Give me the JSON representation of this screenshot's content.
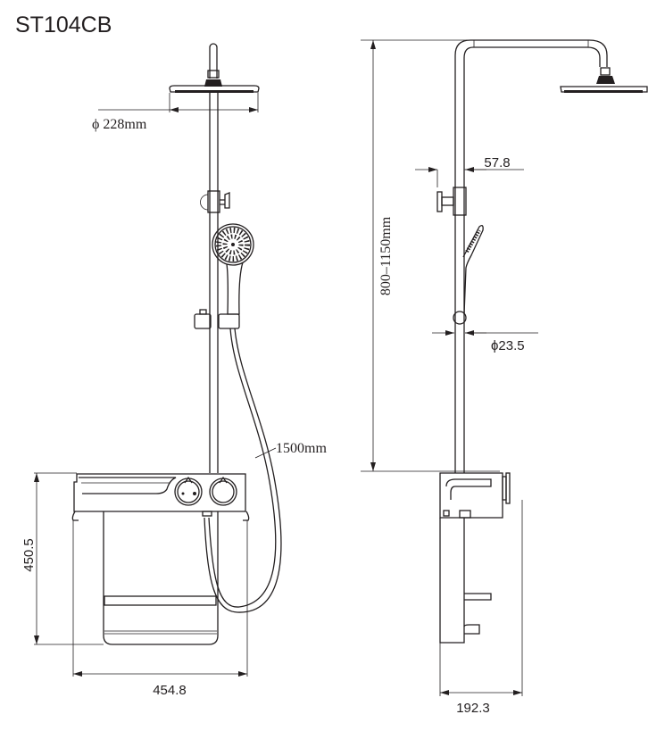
{
  "title": "ST104CB",
  "front_view": {
    "head_diameter_label": "ϕ 228mm",
    "hose_length_label": "1500mm",
    "console_height_label": "450.5",
    "console_width_label": "454.8"
  },
  "side_view": {
    "height_range_label": "800–1150mm",
    "offset_label": "57.8",
    "pipe_diameter_label": "ϕ23.5",
    "console_depth_label": "192.3"
  },
  "colors": {
    "line": "#231f20",
    "background": "#ffffff"
  }
}
